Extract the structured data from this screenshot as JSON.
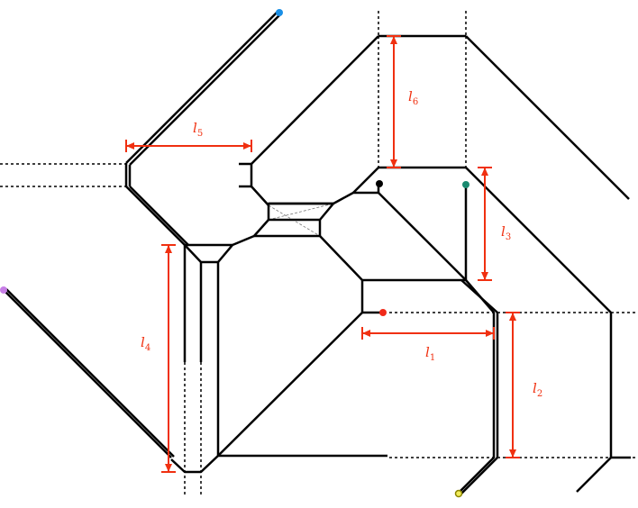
{
  "diagram": {
    "colors": {
      "edge": "#000000",
      "guide": "#000000",
      "dimension": "#f03010",
      "markers": {
        "blue": "#1a8fe6",
        "violet": "#c77ee6",
        "black": "#000000",
        "teal": "#1a8a70",
        "red": "#f02a1a",
        "yellow": "#f2ec5a"
      }
    },
    "length_labels": [
      {
        "id": "l1",
        "base": "l",
        "sub": "1"
      },
      {
        "id": "l2",
        "base": "l",
        "sub": "2"
      },
      {
        "id": "l3",
        "base": "l",
        "sub": "3"
      },
      {
        "id": "l4",
        "base": "l",
        "sub": "4"
      },
      {
        "id": "l5",
        "base": "l",
        "sub": "5"
      },
      {
        "id": "l6",
        "base": "l",
        "sub": "6"
      }
    ]
  }
}
